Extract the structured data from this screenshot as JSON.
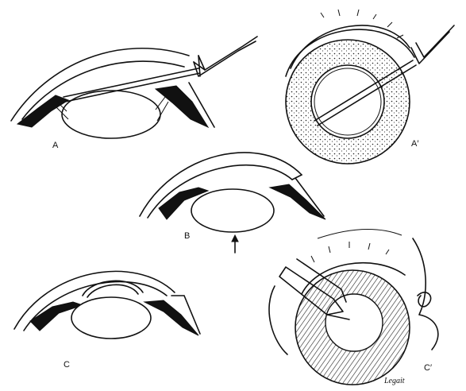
{
  "panels": {
    "a": {
      "label": "A"
    },
    "a_prime": {
      "label": "A′"
    },
    "b": {
      "label": "B"
    },
    "c": {
      "label": "C"
    },
    "c_prime": {
      "label": "C′"
    }
  },
  "signature": {
    "text": "Legait"
  }
}
